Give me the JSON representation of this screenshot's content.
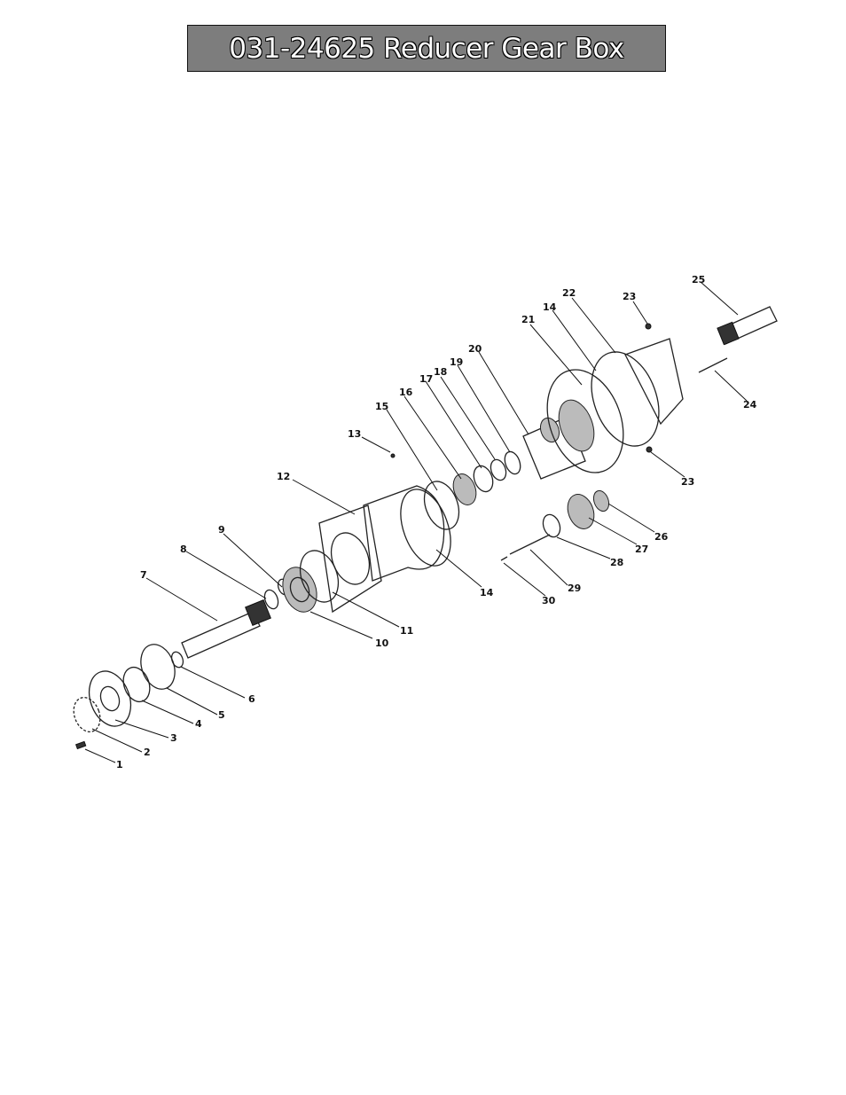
{
  "title": "031-24625 Reducer Gear Box",
  "callouts": [
    "1",
    "2",
    "3",
    "4",
    "5",
    "6",
    "7",
    "8",
    "9",
    "10",
    "11",
    "12",
    "13",
    "14",
    "14",
    "15",
    "16",
    "17",
    "18",
    "19",
    "20",
    "21",
    "22",
    "23",
    "23",
    "24",
    "25",
    "26",
    "27",
    "28",
    "29",
    "30"
  ]
}
